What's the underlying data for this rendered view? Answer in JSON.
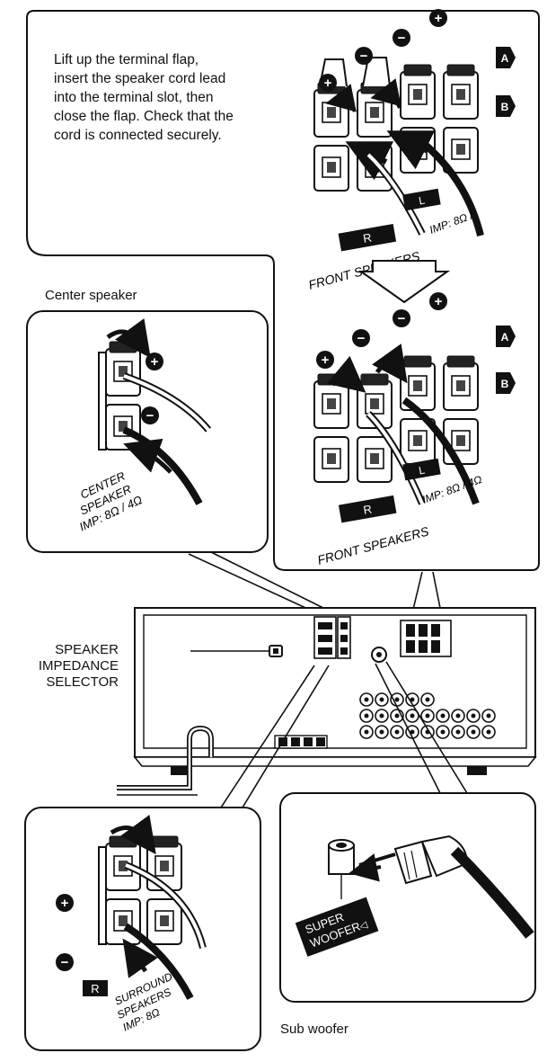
{
  "instruction": {
    "lines": [
      "Lift up the terminal flap,",
      "insert the speaker cord lead",
      "into the terminal slot, then",
      "close the flap. Check that the",
      "cord is connected securely."
    ]
  },
  "front_panel": {
    "polarity_marks": [
      "+",
      "−",
      "−",
      "+"
    ],
    "row_labels": [
      "A",
      "B"
    ],
    "channel_right": "R",
    "channel_left": "L",
    "top_impedance_fragment": "IMP: 8Ω /",
    "top_label": "FRONT SPEAKERS",
    "bottom_impedance_fragment": "IMP: 8Ω / 4Ω",
    "bottom_label": "FRONT SPEAKERS"
  },
  "center_speaker": {
    "caption": "Center speaker",
    "polarity_plus": "+",
    "polarity_minus": "−",
    "label_line1": "CENTER",
    "label_line2": "SPEAKER",
    "label_line3": "IMP: 8Ω / 4Ω"
  },
  "selector": {
    "lines": [
      "SPEAKER",
      "IMPEDANCE",
      "SELECTOR"
    ]
  },
  "surround": {
    "polarity_plus": "+",
    "polarity_minus": "−",
    "channel": "R",
    "label_line1": "SURROUND",
    "label_line2": "SPEAKERS",
    "label_line3": "IMP: 8Ω"
  },
  "subwoofer": {
    "caption": "Sub woofer",
    "jack_line1": "SUPER",
    "jack_line2": "WOOFER"
  }
}
